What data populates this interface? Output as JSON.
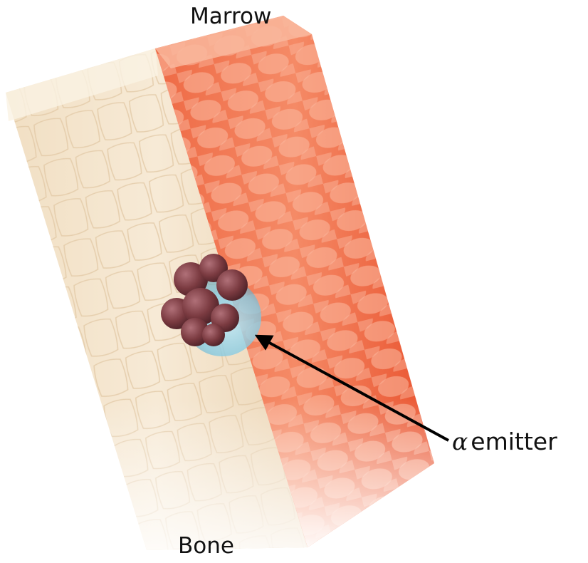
{
  "labels": {
    "marrow": "Marrow",
    "bone": "Bone",
    "emitter_symbol": "α",
    "emitter_text": "emitter"
  },
  "colors": {
    "bone_light": "#f5e6cf",
    "bone_shade": "#e8d2b2",
    "marrow_light": "#f6a48a",
    "marrow_deep": "#e8502f",
    "cell_cluster": "#7a3a40",
    "emitter_halo": "#7ec8e3",
    "arrow": "#000000"
  },
  "icons": {
    "arrow": "arrow-left-up"
  }
}
